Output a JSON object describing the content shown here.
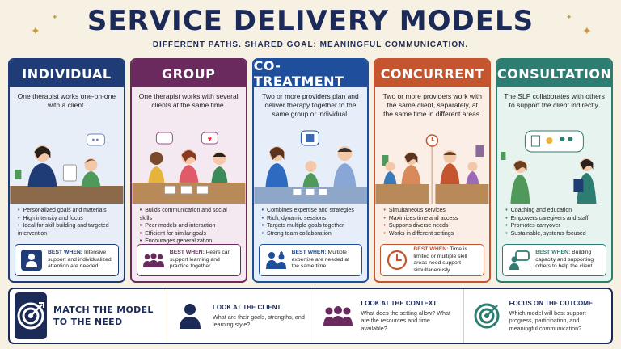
{
  "header": {
    "title": "SERVICE DELIVERY MODELS",
    "subtitle": "DIFFERENT PATHS.  SHARED GOAL: MEANINGFUL COMMUNICATION."
  },
  "cards": [
    {
      "title": "INDIVIDUAL",
      "color": "#1f3c77",
      "bg": "#e8eef8",
      "desc": "One therapist works one-on-one with a client.",
      "bullets": [
        "Personalized goals and materials",
        "High intensity and focus",
        "Ideal for skill building and targeted intervention"
      ],
      "best_label": "BEST WHEN:",
      "best_text": "Intensive support and individualized attention are needed."
    },
    {
      "title": "GROUP",
      "color": "#6b2a5e",
      "bg": "#f4e9f1",
      "desc": "One therapist works with several clients at the same time.",
      "bullets": [
        "Builds communication and social skills",
        "Peer models and interaction",
        "Efficient for similar goals",
        "Encourages generalization"
      ],
      "best_label": "BEST WHEN:",
      "best_text": "Peers can support learning and practice together."
    },
    {
      "title": "CO-TREATMENT",
      "color": "#1f4f9c",
      "bg": "#e6eef9",
      "desc": "Two or more providers plan and deliver therapy together to the same group or individual.",
      "bullets": [
        "Combines expertise and strategies",
        "Rich, dynamic sessions",
        "Targets multiple goals together",
        "Strong team collaboration"
      ],
      "best_label": "BEST WHEN:",
      "best_text": "Multiple expertise are needed at the same time."
    },
    {
      "title": "CONCURRENT",
      "color": "#c4552f",
      "bg": "#fbeee6",
      "desc": "Two or more providers work with the same client, separately, at the same time in different areas.",
      "bullets": [
        "Simultaneous services",
        "Maximizes time and access",
        "Supports diverse needs",
        "Works in different settings"
      ],
      "best_label": "BEST WHEN:",
      "best_text": "Time is limited or multiple skill areas need support simultaneously."
    },
    {
      "title": "CONSULTATION",
      "color": "#2e7d72",
      "bg": "#e6f3ef",
      "desc": "The SLP collaborates with others to support the client indirectly.",
      "bullets": [
        "Coaching and education",
        "Empowers caregivers and staff",
        "Promotes carryover",
        "Sustainable, systems-focused"
      ],
      "best_label": "BEST WHEN:",
      "best_text": "Building capacity and supporting others to help the client."
    }
  ],
  "footer": {
    "hero": "MATCH THE MODEL TO THE NEED",
    "columns": [
      {
        "title": "LOOK AT THE CLIENT",
        "text": "What are their goals, strengths, and learning style?"
      },
      {
        "title": "LOOK AT THE CONTEXT",
        "text": "What does the setting allow? What are the resources and time available?"
      },
      {
        "title": "FOCUS ON THE OUTCOME",
        "text": "Which model will best support progress, participation, and meaningful communication?"
      }
    ]
  },
  "icons": [
    "sparkle-icon",
    "person-icon",
    "group-icon",
    "team-icon",
    "clock-icon",
    "chat-icon",
    "target-icon"
  ]
}
